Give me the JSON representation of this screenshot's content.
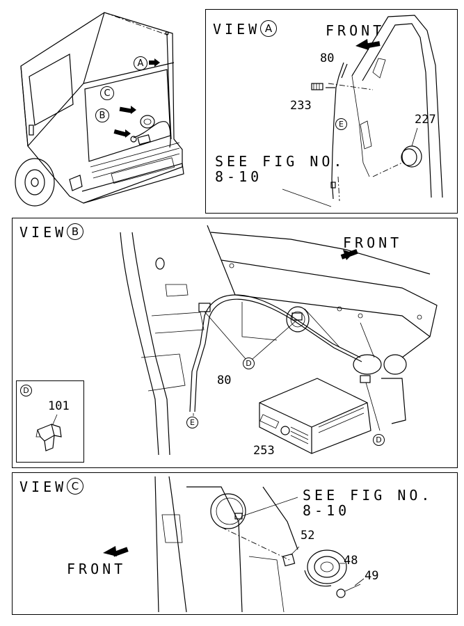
{
  "truck_overview": {
    "callouts": [
      "A",
      "C",
      "B"
    ]
  },
  "view_a": {
    "title": "VIEW",
    "title_marker": "A",
    "front_label": "FRONT",
    "parts": [
      "80",
      "233",
      "227"
    ],
    "marker_e": "E",
    "see_fig_line1": "SEE FIG NO.",
    "see_fig_line2": "8-10"
  },
  "view_b": {
    "title": "VIEW",
    "title_marker": "B",
    "front_label": "FRONT",
    "parts": [
      "80",
      "253"
    ],
    "markers": [
      "D",
      "D",
      "E"
    ],
    "detail_d": {
      "marker": "D",
      "part": "101"
    }
  },
  "view_c": {
    "title": "VIEW",
    "title_marker": "C",
    "front_label": "FRONT",
    "see_fig_line1": "SEE FIG NO.",
    "see_fig_line2": "8-10",
    "parts": [
      "52",
      "48",
      "49"
    ]
  }
}
